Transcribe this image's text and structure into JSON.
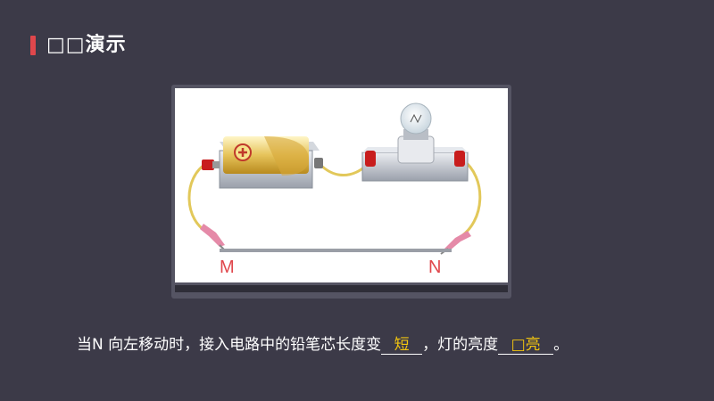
{
  "header": {
    "title": "□□演示"
  },
  "figure": {
    "label_m": "M",
    "label_n": "N"
  },
  "question": {
    "part1": "当N 向左移动时，接入电路中的铅笔芯长度变",
    "answer1": "短",
    "part2": "，灯的亮度",
    "answer2": "□亮",
    "part3": "。"
  },
  "colors": {
    "background": "#3c3a48",
    "accent": "#e0474c",
    "answer": "#f1c40f"
  }
}
